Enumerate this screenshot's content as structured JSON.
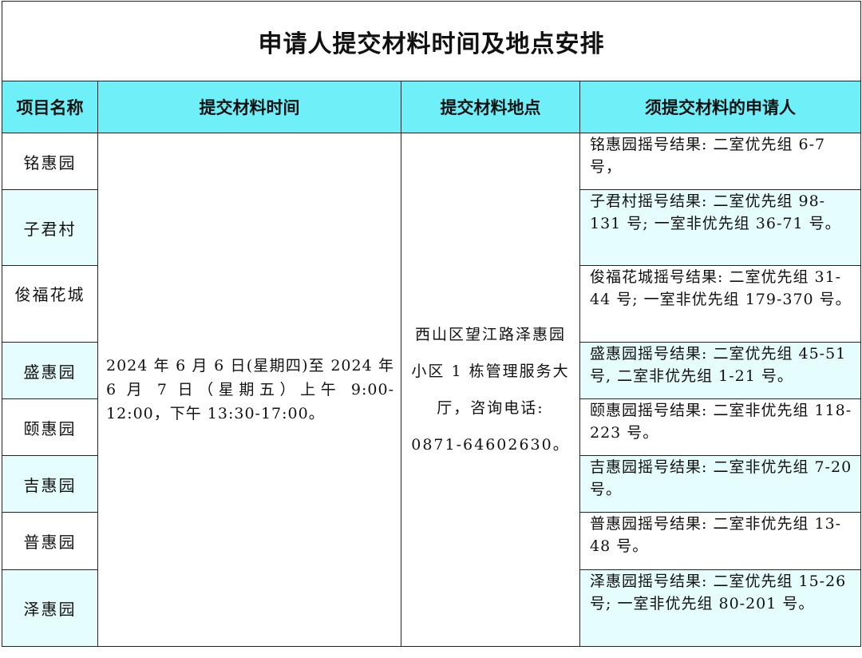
{
  "title": "申请人提交材料时间及地点安排",
  "headers": {
    "name": "项目名称",
    "time": "提交材料时间",
    "place": "提交材料地点",
    "applicants": "须提交材料的申请人"
  },
  "time_text": "2024 年 6 月 6 日(星期四)至 2024 年 6 月 7 日（星期五）上午 9:00-12:00，下午 13:30-17:00。",
  "place_text": "西山区望江路泽惠园小区 1 栋管理服务大厅，咨询电话: 0871-64602630。",
  "rows": [
    {
      "name": "铭惠园",
      "applicants": "铭惠园摇号结果: 二室优先组 6-7 号，"
    },
    {
      "name": "子君村",
      "applicants": "子君村摇号结果: 二室优先组 98-131 号; 一室非优先组 36-71 号。"
    },
    {
      "name": "俊福花城",
      "applicants": "俊福花城摇号结果: 二室优先组 31-44 号; 一室非优先组 179-370 号。"
    },
    {
      "name": "盛惠园",
      "applicants": "盛惠园摇号结果: 二室优先组 45-51 号, 二室非优先组 1-21 号。"
    },
    {
      "name": "颐惠园",
      "applicants": "颐惠园摇号结果: 二室非优先组 118-223 号。"
    },
    {
      "name": "吉惠园",
      "applicants": "吉惠园摇号结果: 二室非优先组 7-20 号。"
    },
    {
      "name": "普惠园",
      "applicants": "普惠园摇号结果: 二室非优先组 13-48 号。"
    },
    {
      "name": "泽惠园",
      "applicants": "泽惠园摇号结果: 二室优先组 15-26 号; 一室非优先组 80-201 号。"
    }
  ]
}
